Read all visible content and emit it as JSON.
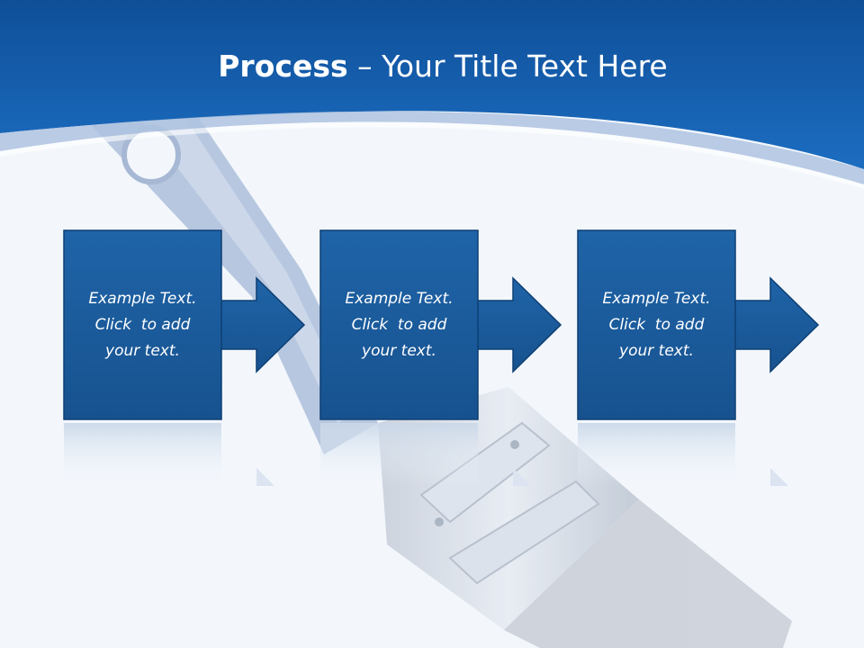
{
  "slide": {
    "title_bold": "Process",
    "title_rest": " – Your Title Text Here"
  },
  "colors": {
    "header_blue": "#1566b4",
    "box_fill": "#1a5a9c",
    "box_border": "#0d3f73",
    "background": "#f3f7fc"
  },
  "process": {
    "steps": [
      {
        "lines": [
          "Example Text.",
          "Click  to add",
          "your text."
        ]
      },
      {
        "lines": [
          "Example Text.",
          "Click  to add",
          "your text."
        ]
      },
      {
        "lines": [
          "Example Text.",
          "Click  to add",
          "your text."
        ]
      }
    ]
  },
  "icons": {
    "background_art": "paintbrush-illustration",
    "step_connector": "arrow-right-icon"
  }
}
